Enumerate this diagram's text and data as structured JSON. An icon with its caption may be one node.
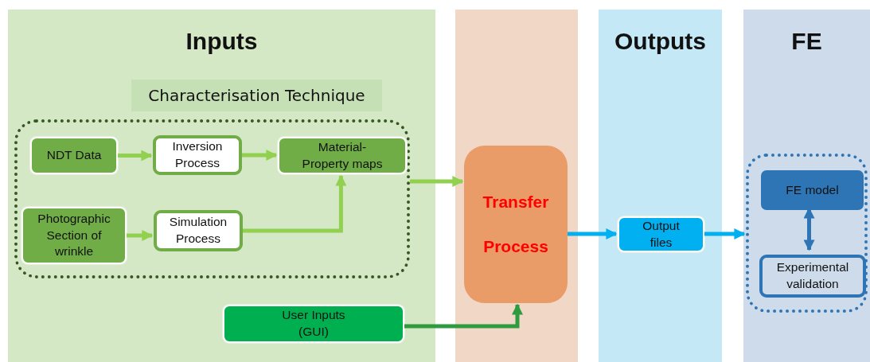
{
  "diagram": {
    "nodes": [
      {
        "text": [
          "Inputs"
        ]
      },
      {
        "text": [
          "Characterisation Technique"
        ],
        "in": 0
      },
      {
        "text": [
          "NDT Data"
        ],
        "in": 1
      },
      {
        "text": [
          "Inversion Process"
        ],
        "in": 1
      },
      {
        "text": [
          "Material-Property maps"
        ],
        "in": 1
      },
      {
        "text": [
          "Photographic Section of wrinkle"
        ],
        "in": 1
      },
      {
        "text": [
          "Simulation Process"
        ],
        "in": 1
      },
      {
        "text": [
          "User Inputs (GUI)"
        ],
        "in": 0
      },
      {
        "text": [],
        "shape": "band"
      },
      {
        "text": [
          "Transfer Process"
        ],
        "in": 8
      },
      {
        "text": [
          "Outputs"
        ]
      },
      {
        "text": [
          "Output files"
        ],
        "in": 10
      },
      {
        "text": [
          "FE"
        ]
      },
      {
        "text": [],
        "shape": "box",
        "in": 12
      },
      {
        "text": [
          "FE model"
        ],
        "in": 13
      },
      {
        "text": [
          "Experimental validation"
        ],
        "in": 13
      }
    ],
    "edges": [
      {
        "from": 2,
        "to": 3,
        "arrow": "to"
      },
      {
        "from": 3,
        "to": 4,
        "arrow": "to"
      },
      {
        "from": 5,
        "to": 6,
        "arrow": "to"
      },
      {
        "from": 6,
        "to": 4,
        "arrow": "to"
      },
      {
        "from": 1,
        "to": 9,
        "arrow": "to"
      },
      {
        "from": 7,
        "to": 9,
        "arrow": "to",
        "color": "#2e9b3e"
      },
      {
        "from": 9,
        "to": 11,
        "arrow": "to",
        "color": "#00b0f0"
      },
      {
        "from": 11,
        "to": 13,
        "arrow": "to",
        "color": "#00b0f0"
      },
      {
        "from": 14,
        "to": 15,
        "arrow": "both",
        "color": "#2e75b6"
      }
    ]
  }
}
